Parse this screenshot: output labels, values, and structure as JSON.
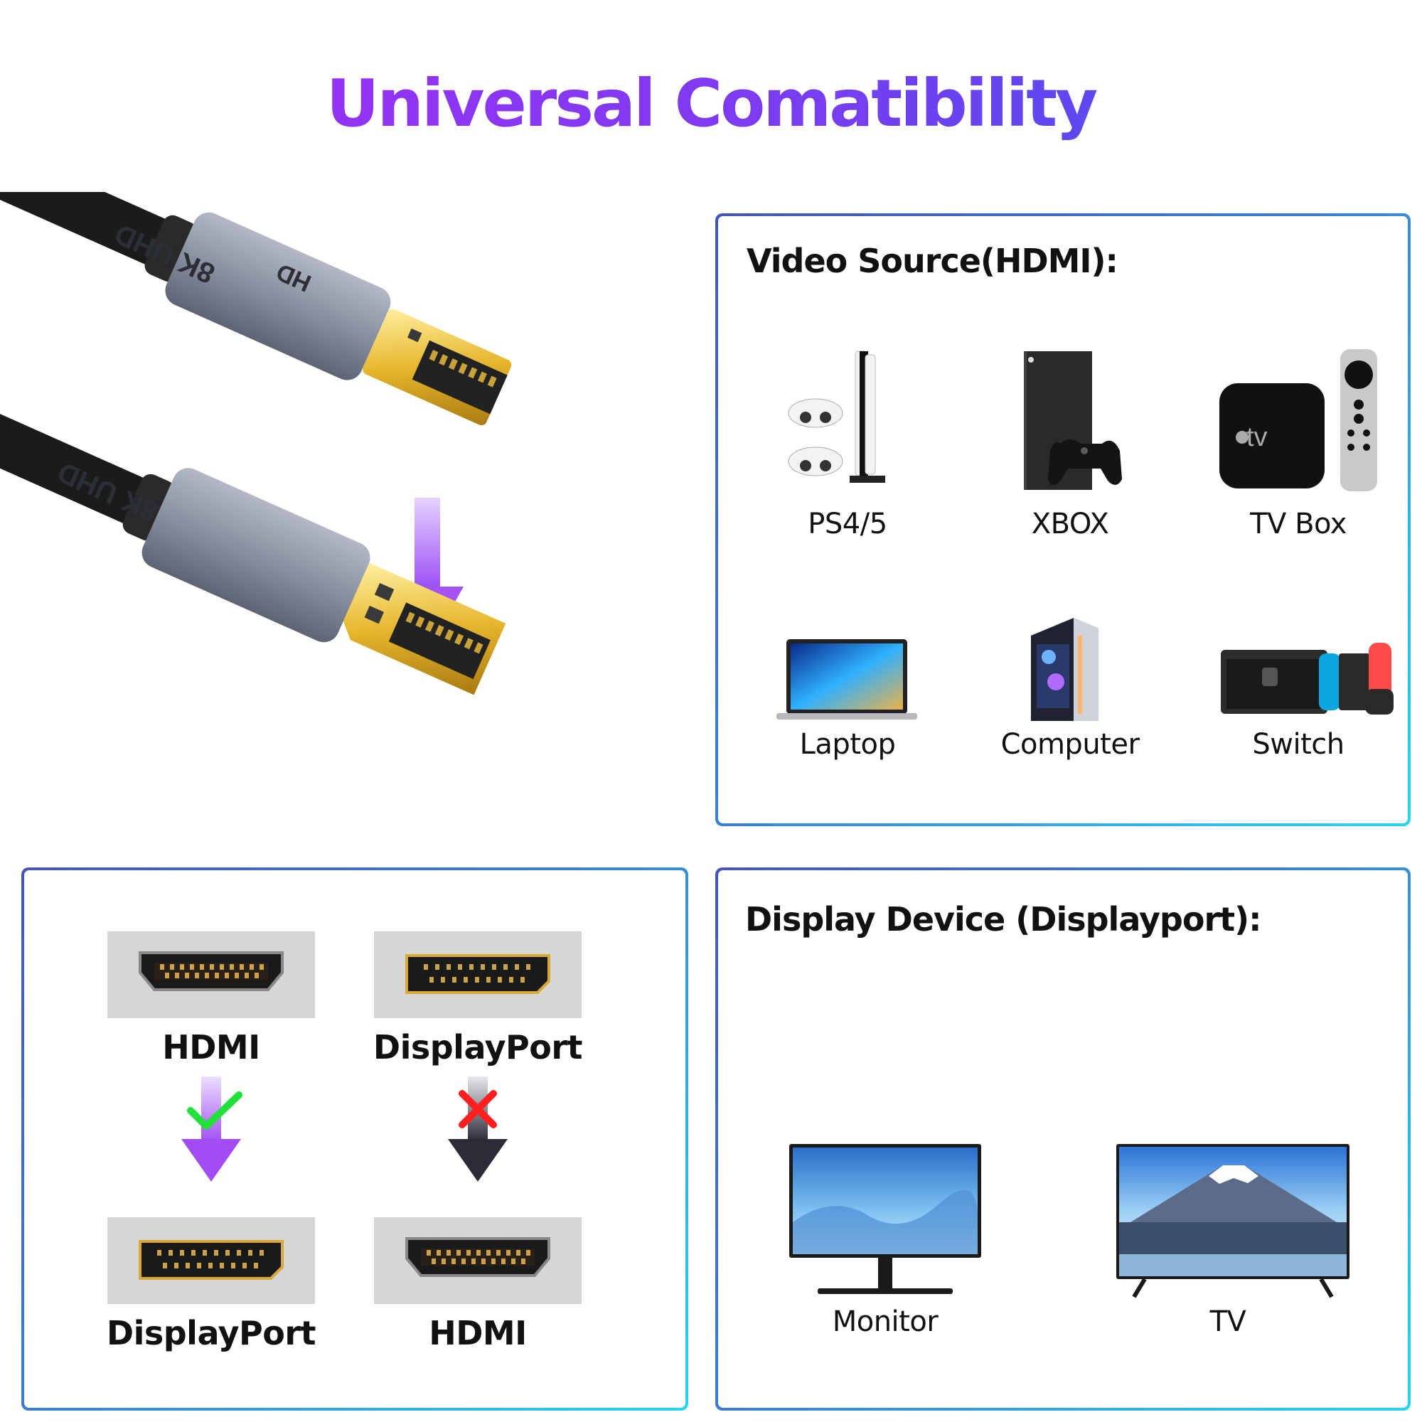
{
  "title": "Universal Comatibility",
  "colors": {
    "title_gradient": [
      "#a52cf5",
      "#3f55f0"
    ],
    "panel_border": [
      "#4656b8",
      "#29d5ef"
    ],
    "arrow": "#9a4cf5",
    "check": "#22e03a",
    "cross": "#ff1f1f"
  },
  "product": {
    "top_connector_badge": "8K UHD",
    "top_connector_text": "HD",
    "bottom_connector_badge": "8K UHD"
  },
  "video_source": {
    "heading": "Video Source(HDMI):",
    "devices": [
      {
        "label": "PS4/5",
        "icon": "playstation-icon"
      },
      {
        "label": "XBOX",
        "icon": "xbox-icon"
      },
      {
        "label": "TV Box",
        "icon": "tv-box-icon",
        "logo_text": "tv"
      },
      {
        "label": "Laptop",
        "icon": "laptop-icon"
      },
      {
        "label": "Computer",
        "icon": "computer-tower-icon"
      },
      {
        "label": "Switch",
        "icon": "switch-console-icon"
      }
    ]
  },
  "direction": {
    "left": {
      "from": "HDMI",
      "to": "DisplayPort",
      "status": "supported",
      "status_icon": "check-icon"
    },
    "right": {
      "from": "DisplayPort",
      "to": "HDMI",
      "status": "not-supported",
      "status_icon": "cross-icon"
    }
  },
  "display_device": {
    "heading": "Display Device (Displayport):",
    "devices": [
      {
        "label": "Monitor",
        "icon": "monitor-icon"
      },
      {
        "label": "TV",
        "icon": "tv-icon"
      }
    ]
  }
}
